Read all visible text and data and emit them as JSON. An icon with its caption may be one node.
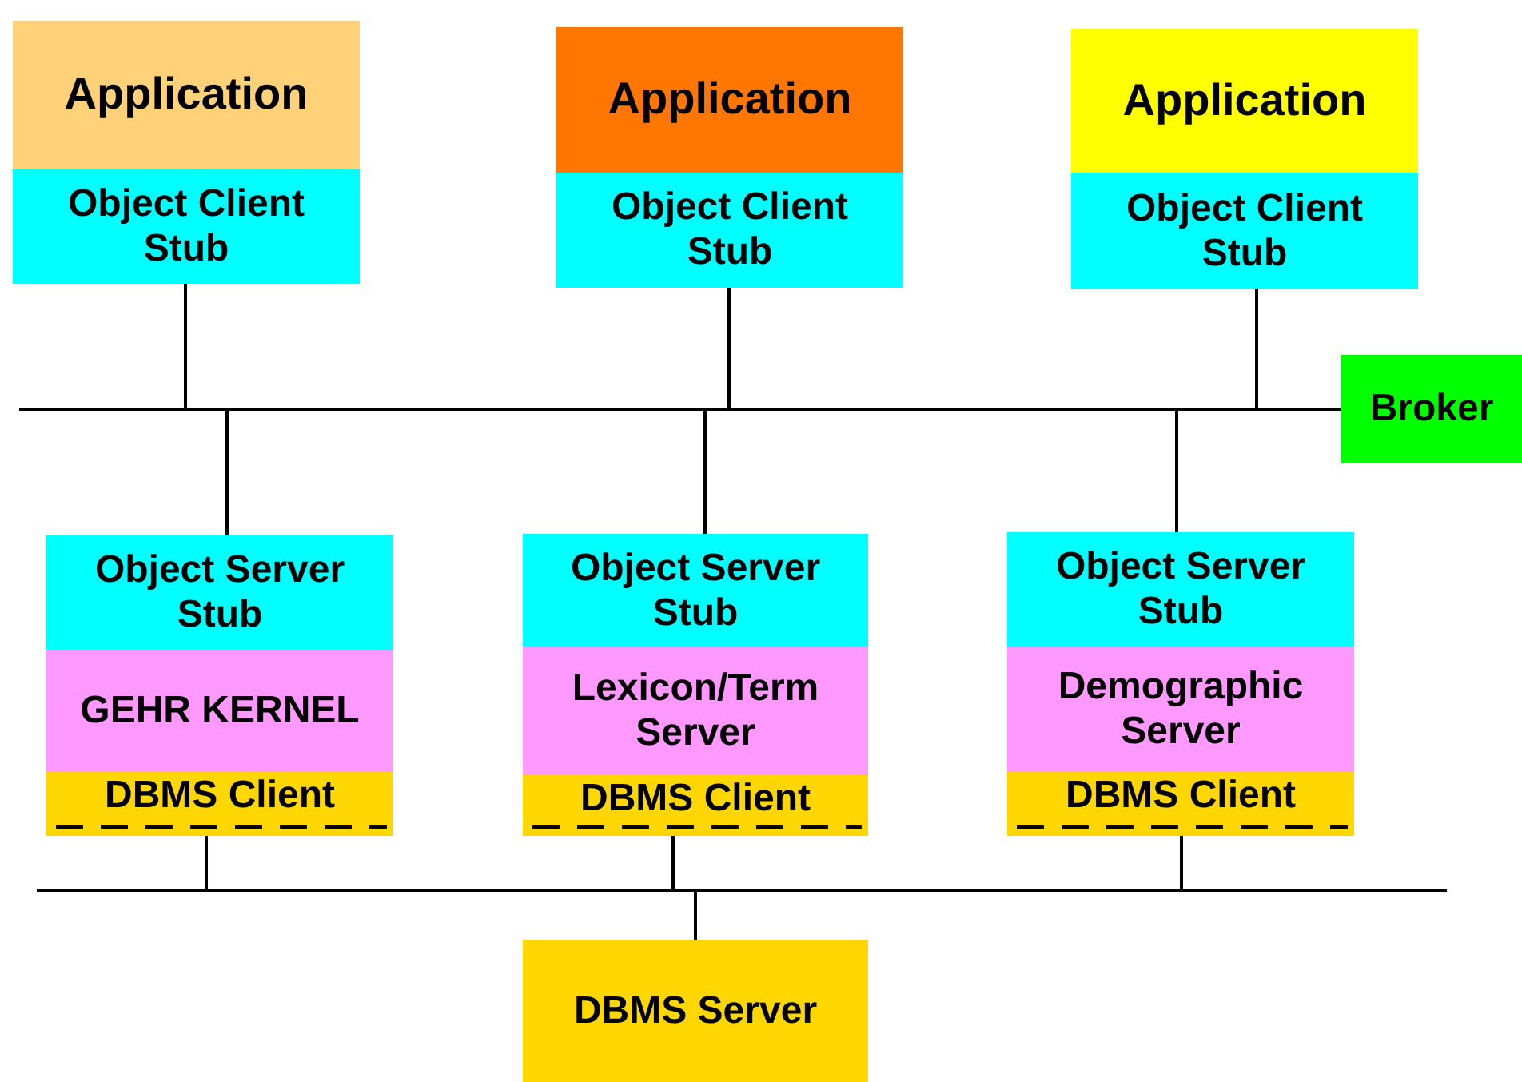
{
  "diagram": {
    "nodes": [
      {
        "text": [
          "Application"
        ]
      },
      {
        "text": [
          "Object Client Stub"
        ]
      },
      {
        "text": [
          "Application"
        ]
      },
      {
        "text": [
          "Object Client Stub"
        ]
      },
      {
        "text": [
          "Application"
        ]
      },
      {
        "text": [
          "Object Client Stub"
        ]
      },
      {
        "text": [
          "Broker"
        ]
      },
      {
        "text": [
          "Object Server Stub"
        ]
      },
      {
        "text": [
          "GEHR KERNEL"
        ]
      },
      {
        "text": [
          "DBMS Client"
        ]
      },
      {
        "text": [
          "Object Server Stub"
        ]
      },
      {
        "text": [
          "Lexicon/Term Server"
        ]
      },
      {
        "text": [
          "DBMS Client"
        ]
      },
      {
        "text": [
          "Object Server Stub"
        ]
      },
      {
        "text": [
          "Demographic Server"
        ]
      },
      {
        "text": [
          "DBMS Client"
        ]
      },
      {
        "text": [
          "DBMS Server"
        ]
      }
    ],
    "edges": [
      {
        "from": 1,
        "to": 6,
        "arrow": "none"
      },
      {
        "from": 3,
        "to": 6,
        "arrow": "none"
      },
      {
        "from": 5,
        "to": 6,
        "arrow": "none"
      },
      {
        "from": 7,
        "to": 6,
        "arrow": "none"
      },
      {
        "from": 10,
        "to": 6,
        "arrow": "none"
      },
      {
        "from": 13,
        "to": 6,
        "arrow": "none"
      },
      {
        "from": 9,
        "to": 16,
        "arrow": "none"
      },
      {
        "from": 12,
        "to": 16,
        "arrow": "none"
      },
      {
        "from": 15,
        "to": 16,
        "arrow": "none"
      }
    ]
  }
}
